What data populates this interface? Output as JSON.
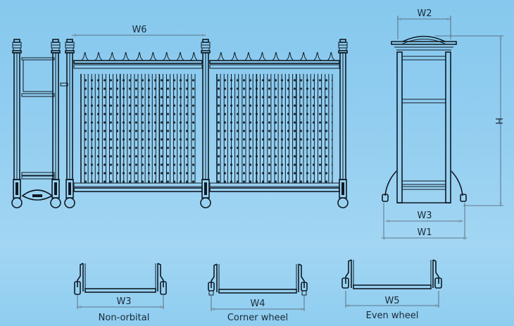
{
  "diagram": {
    "title": "Retractable gate dimensions",
    "colors": {
      "background": "#93cef0",
      "line": "#0f1a24",
      "dimension": "#4a5a68"
    },
    "front_view": {
      "dimension_label": "W6"
    },
    "side_view": {
      "top_width_label": "W2",
      "height_label": "H",
      "inner_base_label": "W3",
      "outer_base_label": "W1"
    },
    "wheel_types": [
      {
        "dimension_label": "W3",
        "caption": "Non-orbital"
      },
      {
        "dimension_label": "W4",
        "caption": "Corner wheel"
      },
      {
        "dimension_label": "W5",
        "caption": "Even wheel"
      }
    ]
  }
}
